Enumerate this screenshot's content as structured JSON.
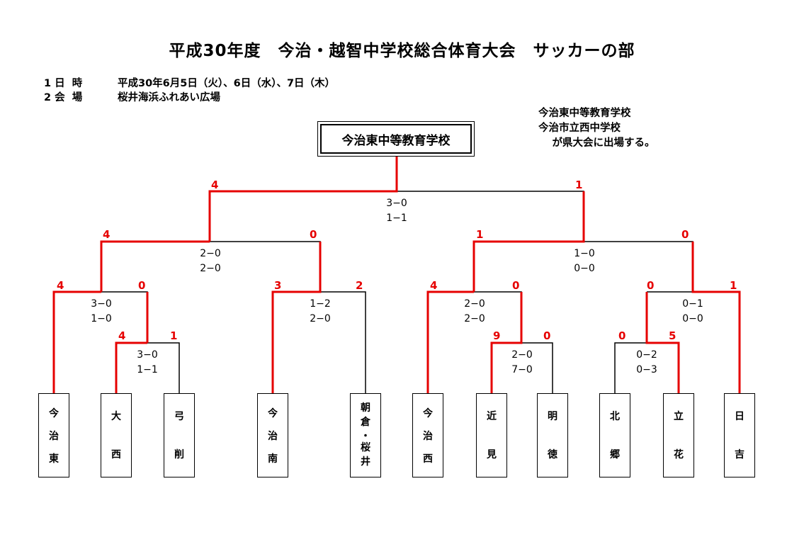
{
  "title": "平成30年度　今治・越智中学校総合体育大会　サッカーの部",
  "info": [
    {
      "label": "1 日  時",
      "value": "平成30年6月5日（火）、6日（水）、7日（木）"
    },
    {
      "label": "2 会  場",
      "value": "桜井海浜ふれあい広場"
    }
  ],
  "note": [
    "今治東中等教育学校",
    "今治市立西中学校",
    "　 が県大会に出場する。"
  ],
  "champion": "今治東中等教育学校",
  "teams": [
    {
      "id": "imabari-higashi",
      "chars": [
        "今",
        "治",
        "東"
      ]
    },
    {
      "id": "daisai",
      "chars": [
        "大",
        "西"
      ]
    },
    {
      "id": "yuge",
      "chars": [
        "弓",
        "削"
      ]
    },
    {
      "id": "imabari-minami",
      "chars": [
        "今",
        "治",
        "南"
      ]
    },
    {
      "id": "asakura-sakurai",
      "chars": [
        "朝",
        "倉",
        "・",
        "桜",
        "井"
      ]
    },
    {
      "id": "imabari-nishi",
      "chars": [
        "今",
        "治",
        "西"
      ]
    },
    {
      "id": "chikami",
      "chars": [
        "近",
        "見"
      ]
    },
    {
      "id": "meitoku",
      "chars": [
        "明",
        "徳"
      ]
    },
    {
      "id": "hokugo",
      "chars": [
        "北",
        "郷"
      ]
    },
    {
      "id": "tachibana",
      "chars": [
        "立",
        "花"
      ]
    },
    {
      "id": "hiyoshi",
      "chars": [
        "日",
        "吉"
      ]
    }
  ],
  "matches": {
    "r1_daisai_yuge": {
      "left_score": "4",
      "right_score": "1",
      "halves": [
        "3−0",
        "1−1"
      ]
    },
    "r1_chikami_meitoku": {
      "left_score": "9",
      "right_score": "0",
      "halves": [
        "2−0",
        "7−0"
      ]
    },
    "r1_hokugo_tachibana": {
      "left_score": "0",
      "right_score": "5",
      "halves": [
        "0−2",
        "0−3"
      ]
    },
    "r2_imabarihigashi_daisai": {
      "left_score": "4",
      "right_score": "0",
      "halves": [
        "3−0",
        "1−0"
      ]
    },
    "r2_imabariminami_asakura": {
      "left_score": "3",
      "right_score": "2",
      "halves": [
        "1−2",
        "2−0"
      ]
    },
    "r2_imabarinishi_chikami": {
      "left_score": "4",
      "right_score": "0",
      "halves": [
        "2−0",
        "2−0"
      ]
    },
    "r2_tachibana_hiyoshi": {
      "left_score": "0",
      "right_score": "1",
      "halves": [
        "0−1",
        "0−0"
      ]
    },
    "sf1": {
      "left_score": "4",
      "right_score": "0",
      "halves": [
        "2−0",
        "2−0"
      ]
    },
    "sf2": {
      "left_score": "1",
      "right_score": "0",
      "halves": [
        "1−0",
        "0−0"
      ]
    },
    "final": {
      "left_score": "4",
      "right_score": "1",
      "halves": [
        "3−0",
        "1−1"
      ]
    }
  },
  "colors": {
    "winner_line": "#e60000",
    "line": "#000000",
    "score": "#e60000"
  }
}
